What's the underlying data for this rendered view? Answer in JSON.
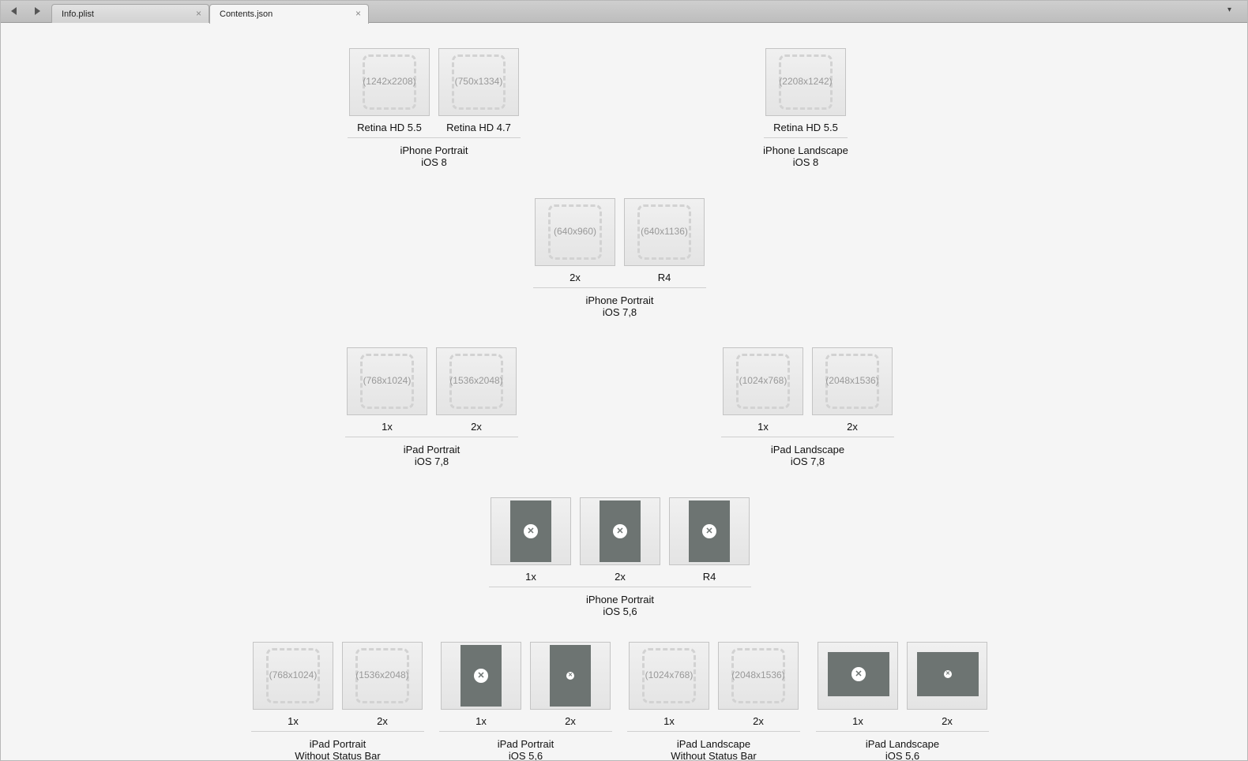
{
  "tabs": [
    {
      "label": "Info.plist",
      "close": "×"
    },
    {
      "label": "Contents.json",
      "close": "×"
    }
  ],
  "tabbar": {
    "overflow_menu": "▾"
  },
  "groups": [
    {
      "title": "iPhone Portrait",
      "subtitle": "iOS 8",
      "slots": [
        {
          "dim": "(1242x2208)",
          "label": "Retina HD 5.5"
        },
        {
          "dim": "(750x1334)",
          "label": "Retina HD 4.7"
        }
      ]
    },
    {
      "title": "iPhone Landscape",
      "subtitle": "iOS 8",
      "slots": [
        {
          "dim": "(2208x1242)",
          "label": "Retina HD 5.5"
        }
      ]
    },
    {
      "title": "iPhone Portrait",
      "subtitle": "iOS 7,8",
      "slots": [
        {
          "dim": "(640x960)",
          "label": "2x"
        },
        {
          "dim": "(640x1136)",
          "label": "R4"
        }
      ]
    },
    {
      "title": "iPad Portrait",
      "subtitle": "iOS 7,8",
      "slots": [
        {
          "dim": "(768x1024)",
          "label": "1x"
        },
        {
          "dim": "(1536x2048)",
          "label": "2x"
        }
      ]
    },
    {
      "title": "iPad Landscape",
      "subtitle": "iOS 7,8",
      "slots": [
        {
          "dim": "(1024x768)",
          "label": "1x"
        },
        {
          "dim": "(2048x1536)",
          "label": "2x"
        }
      ]
    },
    {
      "title": "iPhone Portrait",
      "subtitle": "iOS 5,6",
      "slots": [
        {
          "image": "portrait",
          "label": "1x"
        },
        {
          "image": "portrait",
          "label": "2x"
        },
        {
          "image": "portrait",
          "label": "R4"
        }
      ]
    },
    {
      "title": "iPad Portrait",
      "subtitle": "Without Status Bar",
      "slots": [
        {
          "dim": "(768x1024)",
          "label": "1x"
        },
        {
          "dim": "(1536x2048)",
          "label": "2x"
        }
      ]
    },
    {
      "title": "iPad Portrait",
      "subtitle": "iOS 5,6",
      "slots": [
        {
          "image": "portrait",
          "label": "1x"
        },
        {
          "image": "portrait-small",
          "label": "2x"
        }
      ]
    },
    {
      "title": "iPad Landscape",
      "subtitle": "Without Status Bar",
      "slots": [
        {
          "dim": "(1024x768)",
          "label": "1x"
        },
        {
          "dim": "(2048x1536)",
          "label": "2x"
        }
      ]
    },
    {
      "title": "iPad Landscape",
      "subtitle": "iOS 5,6",
      "slots": [
        {
          "image": "landscape",
          "label": "1x"
        },
        {
          "image": "landscape-small",
          "label": "2x"
        }
      ]
    }
  ],
  "colors": {
    "image_fill": "#6d7472",
    "background": "#f5f5f5"
  }
}
